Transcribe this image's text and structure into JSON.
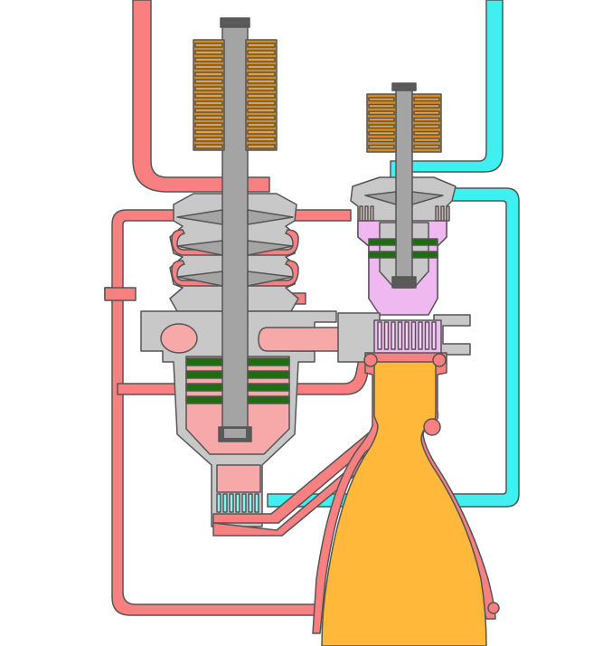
{
  "diagram": {
    "kind": "rocket-engine-cycle-cross-section",
    "colors": {
      "oxidizer_line": "#f88080",
      "oxidizer_light": "#f7a9a9",
      "fuel_line": "#40f0f0",
      "housing": "#c8c8c8",
      "shaft": "#a4a4a4",
      "shaft_cap": "#5a5a5a",
      "outline": "#555555",
      "turbine_coil": "#d98a1c",
      "seal_ring": "#1e6e10",
      "preburner_gas": "#f0b8f0",
      "nozzle_exhaust": "#ffb83a"
    },
    "components": [
      {
        "id": "oxidizer-inlet-line",
        "fluid": "oxidizer"
      },
      {
        "id": "fuel-inlet-line",
        "fluid": "fuel"
      },
      {
        "id": "oxidizer-turbopump",
        "parts": [
          "turbine-coils",
          "impeller-stages",
          "seal-rings",
          "injector-plate"
        ]
      },
      {
        "id": "fuel-turbopump",
        "parts": [
          "turbine-coils",
          "impeller",
          "seal-rings"
        ]
      },
      {
        "id": "preburner",
        "fluid": "fuel-rich gas"
      },
      {
        "id": "combustion-chamber",
        "fluid": "exhaust"
      },
      {
        "id": "nozzle",
        "fluid": "exhaust"
      },
      {
        "id": "fuel-cooling-return",
        "fluid": "fuel"
      },
      {
        "id": "oxidizer-return-loop",
        "fluid": "oxidizer"
      }
    ]
  }
}
